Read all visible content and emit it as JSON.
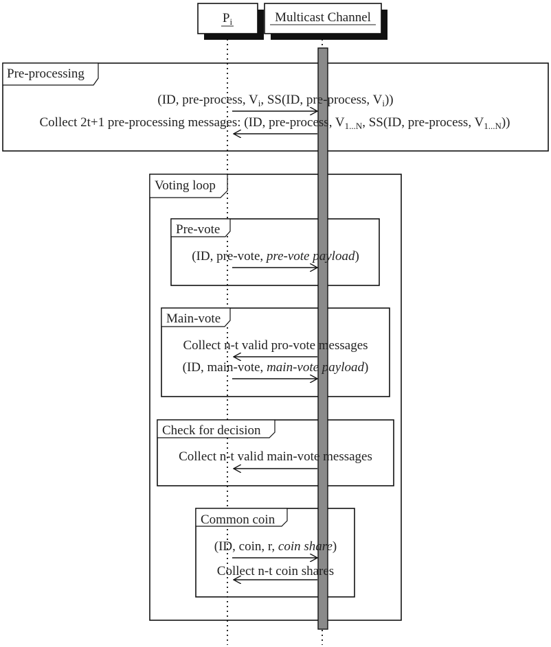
{
  "participants": {
    "pi": {
      "base": "P",
      "sub": "i"
    },
    "channel": {
      "label": "Multicast Channel"
    }
  },
  "frames": {
    "preprocessing": {
      "title": "Pre-processing",
      "msg1": {
        "p1": "(ID, pre-process, V",
        "s1": "i",
        "p2": ", SS(ID, pre-process, V",
        "s2": "i",
        "p3": "))"
      },
      "msg2": {
        "p1": "Collect 2t+1 pre-processing messages: (ID, pre-process, V",
        "s1": "1...N",
        "p2": ", SS(ID, pre-process, V",
        "s2": "1...N",
        "p3": "))"
      }
    },
    "voting_loop": {
      "title": "Voting loop"
    },
    "prevote": {
      "title": "Pre-vote",
      "msg1": {
        "a": "(ID, pre-vote, ",
        "b": "pre-vote payload",
        "c": ")"
      }
    },
    "mainvote": {
      "title": "Main-vote",
      "msg1": "Collect n-t valid pro-vote messages",
      "msg2": {
        "a": "(ID, main-vote, ",
        "b": "main-vote payload",
        "c": ")"
      }
    },
    "decision": {
      "title": "Check for decision",
      "msg1": "Collect n-t valid main-vote messages"
    },
    "coin": {
      "title": "Common coin",
      "msg1": {
        "a": "(ID, coin, r, ",
        "b": "coin share",
        "c": ")"
      },
      "msg2": "Collect n-t coin shares"
    }
  }
}
